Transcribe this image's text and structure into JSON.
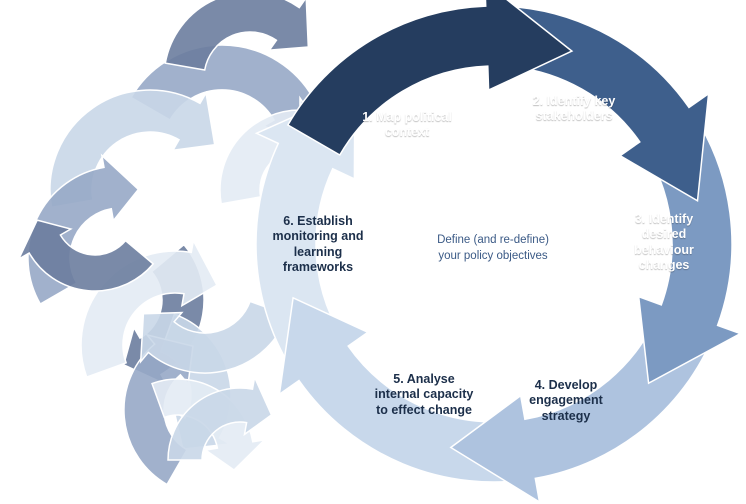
{
  "center": {
    "text": "Define (and re-define)\nyour policy objectives"
  },
  "steps": [
    {
      "label": "1. Map political\ncontext",
      "color": "#253d5f"
    },
    {
      "label": "2. Identify key\nstakeholders",
      "color": "#3e5f8c"
    },
    {
      "label": "3. Identify\ndesired\nbehaviour\nchanges",
      "color": "#7c9ac2"
    },
    {
      "label": "4. Develop\nengagement\nstrategy",
      "color": "#aec3df"
    },
    {
      "label": "5. Analyse\ninternal capacity\nto effect change",
      "color": "#c8d8eb"
    },
    {
      "label": "6. Establish\nmonitoring and\nlearning\nframeworks",
      "color": "#dbe6f2"
    }
  ],
  "colors": {
    "ghost_dark": "#6b7d9e",
    "ghost_mid": "#97a9c6",
    "ghost_light": "#c9d7e8",
    "ghost_pale": "#e3ebf4"
  }
}
